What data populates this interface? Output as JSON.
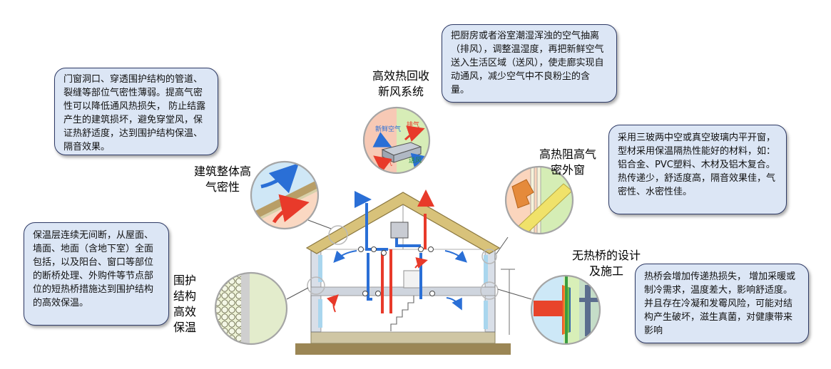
{
  "callouts": {
    "airtightness_note": "门窗洞口、穿透围护结构的管道、裂缝等部位气密性薄弱。提高气密性可以降低通风热损失， 防止结露产生的建筑损坏，避免穿堂风，保证热舒适度，达到围护结构保温、隔音效果。",
    "ventilation_note": "把厨房或者浴室潮湿浑浊的空气抽离（排风），调整温湿度，再把新鲜空气送入生活区域（送风），使走廊实现自动通风，减少空气中不良粉尘的含量。",
    "window_note": "采用三玻两中空或真空玻璃内平开窗，型材采用保温隔热性能好的材料，如：铝合金、PVC塑料、木材及铝木复合。热传递少，舒适度高，隔音效果佳，气密性、水密性佳。",
    "insulation_note": "保温层连续无间断，从屋面、墙面、地面（含地下室）全面包括，以及阳台、窗口等部位的断桥处理、外购件等节点部位的短热桥措施达到围护结构的高效保温。",
    "thermal_bridge_note": "热桥会增加传递热损失， 增加采暖或制冷需求，温度差大，影响舒适度。并且存在冷凝和发霉风险，可能对结构产生破坏，滋生真菌，对健康带来影响"
  },
  "labels": {
    "airtightness": "建筑整体高\n气密性",
    "ventilation": "高效热回收\n新风系统",
    "window": "高热阻高气\n密外窗",
    "insulation": "围护\n结构\n高效\n保温",
    "thermal_bridge": "无热桥的设计\n及施工"
  },
  "ventilation_unit_labels": {
    "fresh_air": "新鲜空气",
    "exhaust": "排气",
    "outlet": "出气",
    "supply": "送风"
  },
  "colors": {
    "callout_fill": "#dce6f5",
    "callout_border": "#2e3a66",
    "roof": "#d8c27a",
    "warm_arrow": "#e83a2a",
    "cool_arrow": "#2a6fd6",
    "foundation": "#9b8655",
    "window_glass": "#a9d6ee"
  }
}
